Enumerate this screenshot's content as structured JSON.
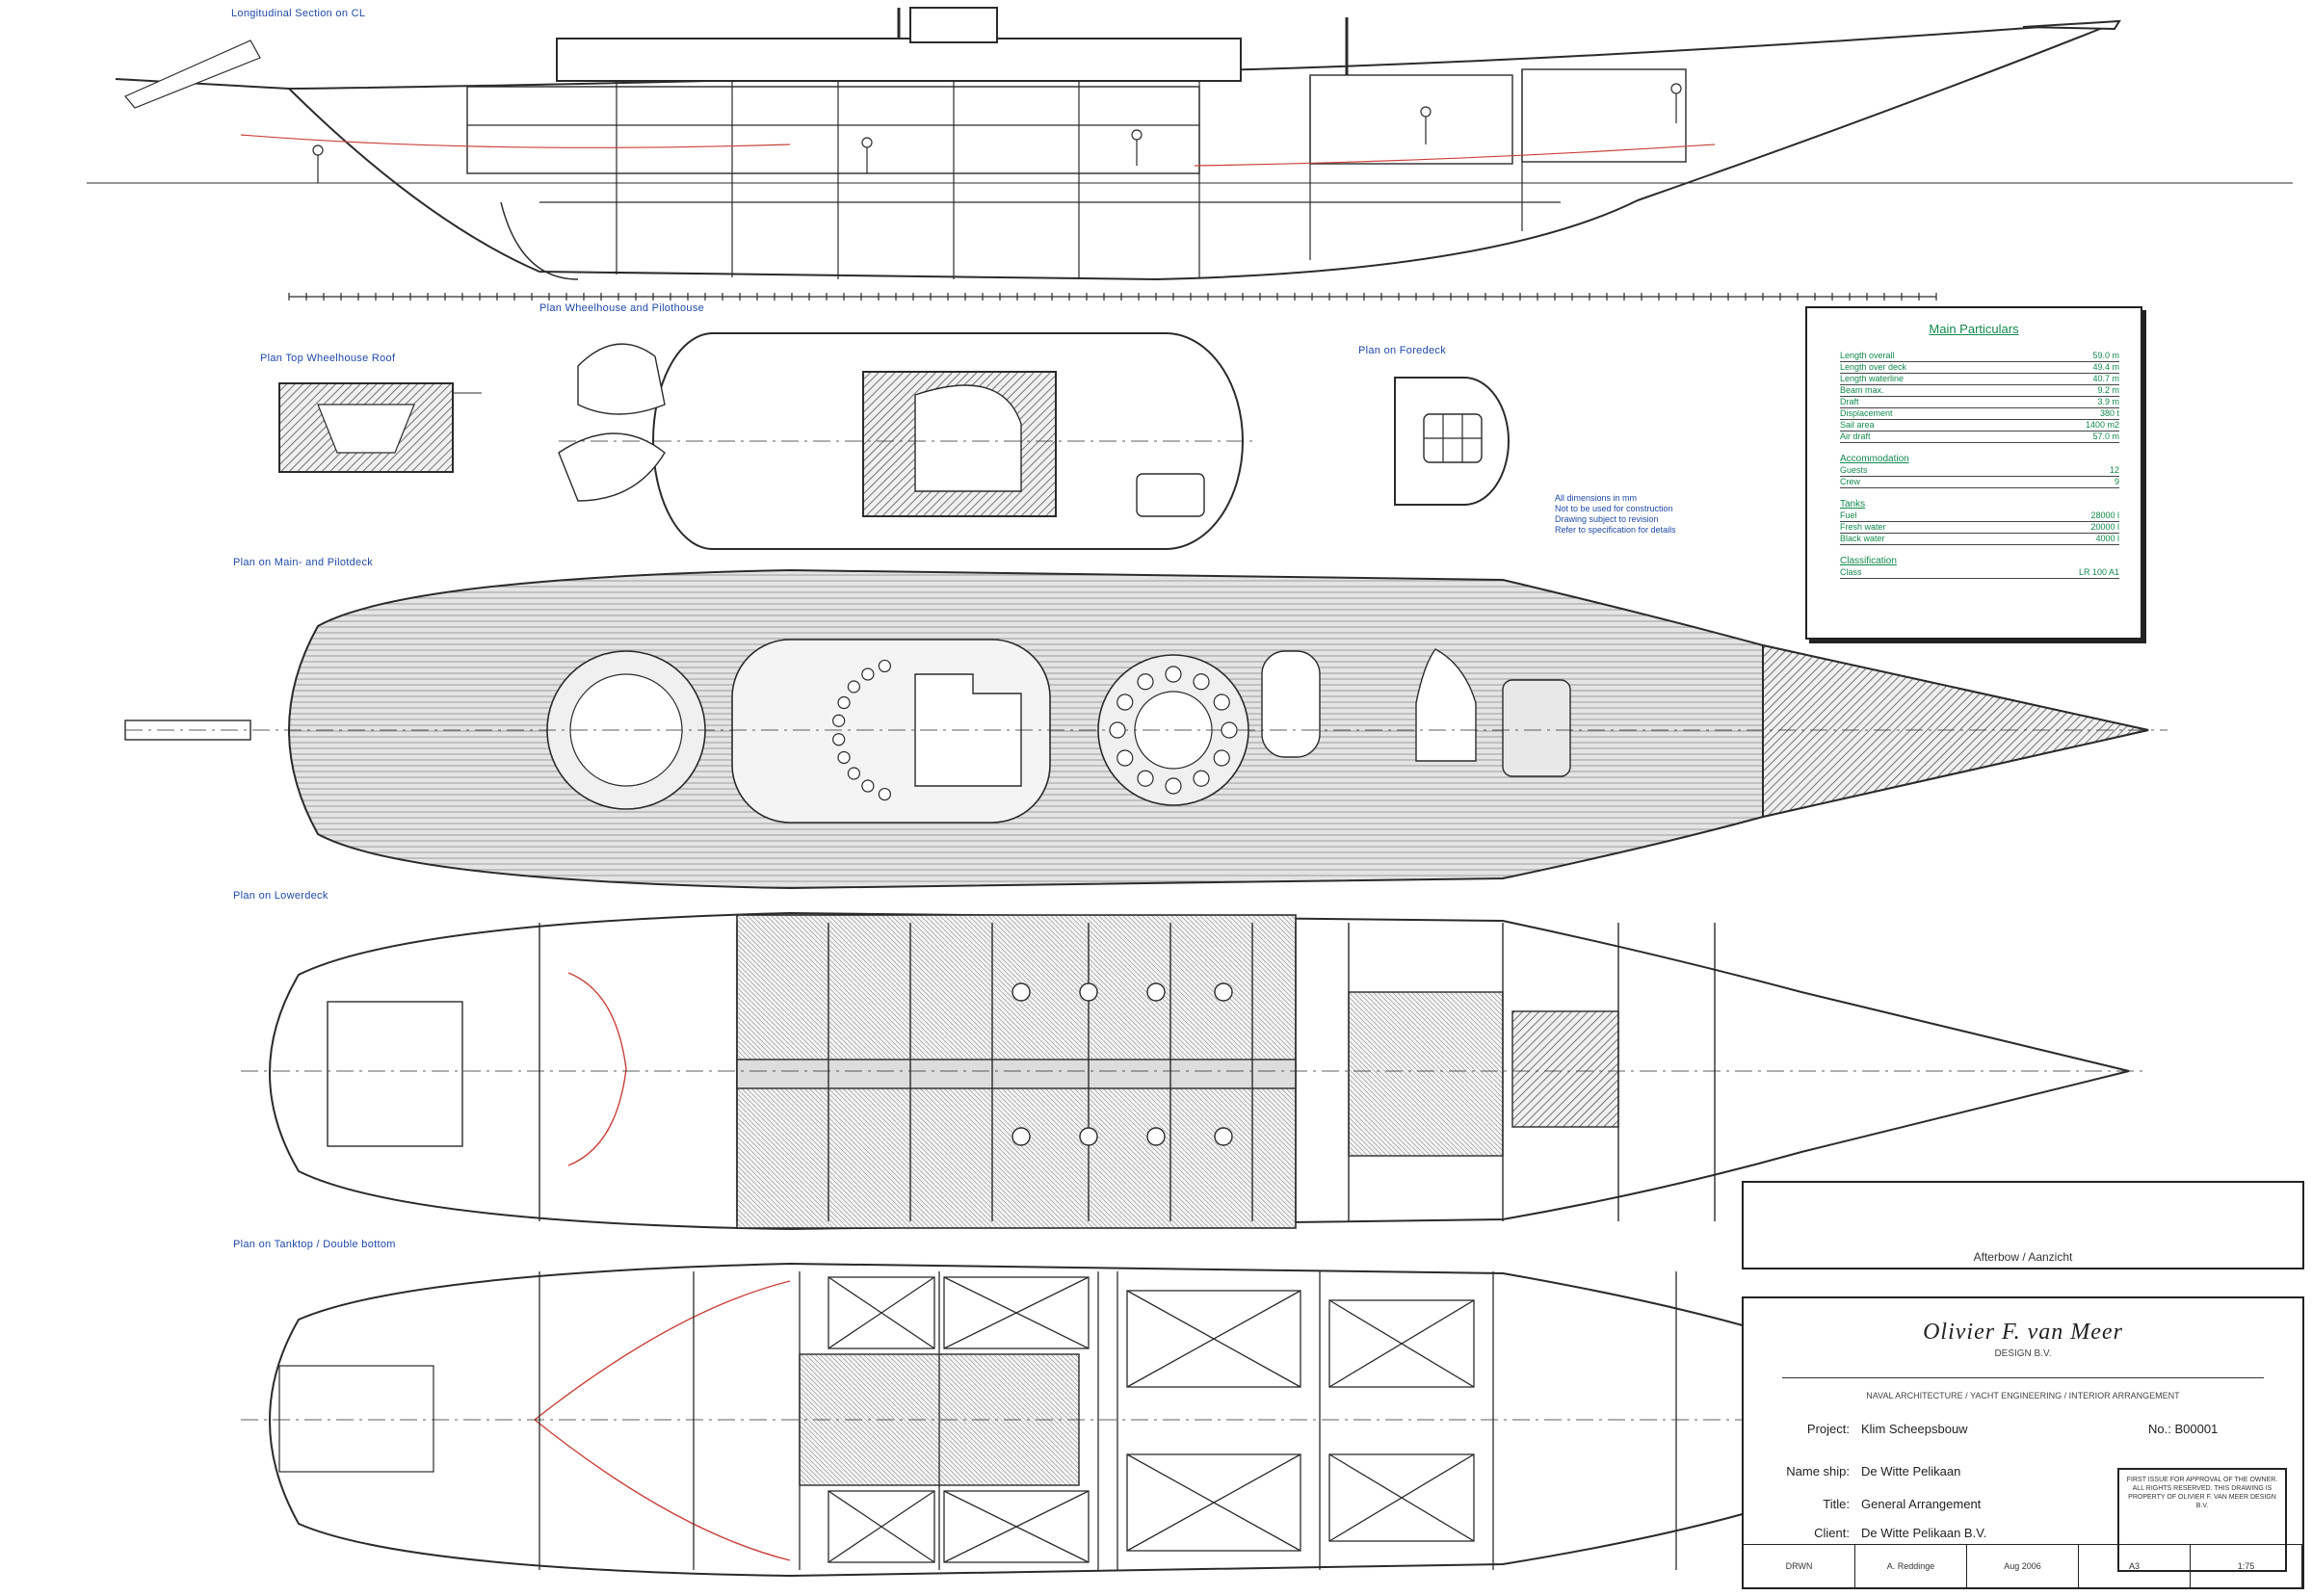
{
  "drawing": {
    "views": [
      {
        "id": "profile",
        "label": "Longitudinal Section on CL"
      },
      {
        "id": "wheelhouse-top",
        "label": "Plan Top Wheelhouse Roof"
      },
      {
        "id": "wheelhouse-roof",
        "label": "Plan Wheelhouse and Pilothouse"
      },
      {
        "id": "foredeck",
        "label": "Plan on Foredeck"
      },
      {
        "id": "main-deck",
        "label": "Plan on Main- and Pilotdeck"
      },
      {
        "id": "lower-deck",
        "label": "Plan on Lowerdeck"
      },
      {
        "id": "tank-top",
        "label": "Plan on Tanktop / Double bottom"
      }
    ],
    "colors": {
      "line": "#2b2b2b",
      "blue_text": "#1f49a8",
      "red": "#c8423a",
      "green": "#12894d",
      "hatch": "#7a7a7a"
    }
  },
  "particulars": {
    "title": "Main Particulars",
    "rows": [
      {
        "k": "Length overall",
        "v": "59.0 m"
      },
      {
        "k": "Length over deck",
        "v": "49.4 m"
      },
      {
        "k": "Length waterline",
        "v": "40.7 m"
      },
      {
        "k": "Beam max.",
        "v": "9.2 m"
      },
      {
        "k": "Draft",
        "v": "3.9 m"
      },
      {
        "k": "Displacement",
        "v": "380 t"
      },
      {
        "k": "Sail area",
        "v": "1400 m2"
      },
      {
        "k": "Air draft",
        "v": "57.0 m"
      }
    ],
    "sections": [
      {
        "head": "Accommodation",
        "rows": [
          {
            "k": "Guests",
            "v": "12"
          },
          {
            "k": "Crew",
            "v": "9"
          }
        ]
      },
      {
        "head": "Tanks",
        "rows": [
          {
            "k": "Fuel",
            "v": "28000 l"
          },
          {
            "k": "Fresh water",
            "v": "20000 l"
          },
          {
            "k": "Black water",
            "v": "4000 l"
          }
        ]
      },
      {
        "head": "Classification",
        "rows": [
          {
            "k": "Class",
            "v": "LR 100 A1"
          }
        ]
      }
    ]
  },
  "notes": [
    "All dimensions in mm",
    "Not to be used for construction",
    "Drawing subject to revision",
    "Refer to specification for details"
  ],
  "scale": {
    "caption": "Afterbow / Aanzicht"
  },
  "title_block": {
    "designer": "Olivier F. van Meer",
    "firm": "DESIGN B.V.",
    "disciplines": "NAVAL ARCHITECTURE / YACHT ENGINEERING / INTERIOR ARRANGEMENT",
    "project_label": "Project:",
    "project": "Klim Scheepsbouw",
    "name_label": "Name ship:",
    "name": "De Witte Pelikaan",
    "title_label": "Title:",
    "title": "General Arrangement",
    "client_label": "Client:",
    "client": "De Witte Pelikaan B.V.",
    "no_label": "No.:",
    "no": "B00001",
    "revision_note": "FIRST ISSUE FOR APPROVAL OF THE OWNER. ALL RIGHTS RESERVED. THIS DRAWING IS PROPERTY OF OLIVIER F. VAN MEER DESIGN B.V.",
    "footer": [
      "DRWN",
      "A. Reddinge",
      "Aug 2006",
      "A3",
      "1:75"
    ]
  }
}
